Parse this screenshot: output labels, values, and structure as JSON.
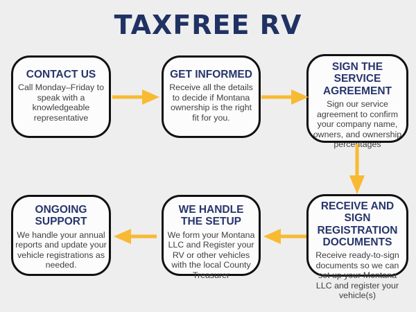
{
  "title": "TAXFREE RV",
  "colors": {
    "background": "#EEEEEE",
    "box_background": "#FCFCFC",
    "box_border": "#111111",
    "title_color": "#203263",
    "heading_color": "#27356B",
    "body_text_color": "#3F3F3F",
    "arrow_color": "#F8BA32"
  },
  "steps": [
    {
      "title": "CONTACT US",
      "body": "Call Monday–Friday to speak with a knowledgeable representative"
    },
    {
      "title": "GET INFORMED",
      "body": "Receive all the details to decide if Montana ownership is the right fit for you."
    },
    {
      "title": "SIGN THE SERVICE AGREEMENT",
      "body": "Sign our service agreement to confirm your company name, owners, and ownership percentages"
    },
    {
      "title": "RECEIVE AND SIGN REGISTRATION DOCUMENTS",
      "body": "Receive ready-to-sign documents so we can set up your Montana LLC and register your vehicle(s)"
    },
    {
      "title": "WE HANDLE THE SETUP",
      "body": "We form your Montana LLC and Register your RV or other vehicles with the local County Treasurer"
    },
    {
      "title": "ONGOING SUPPORT",
      "body": "We handle your annual reports and update your vehicle registrations as needed."
    }
  ]
}
